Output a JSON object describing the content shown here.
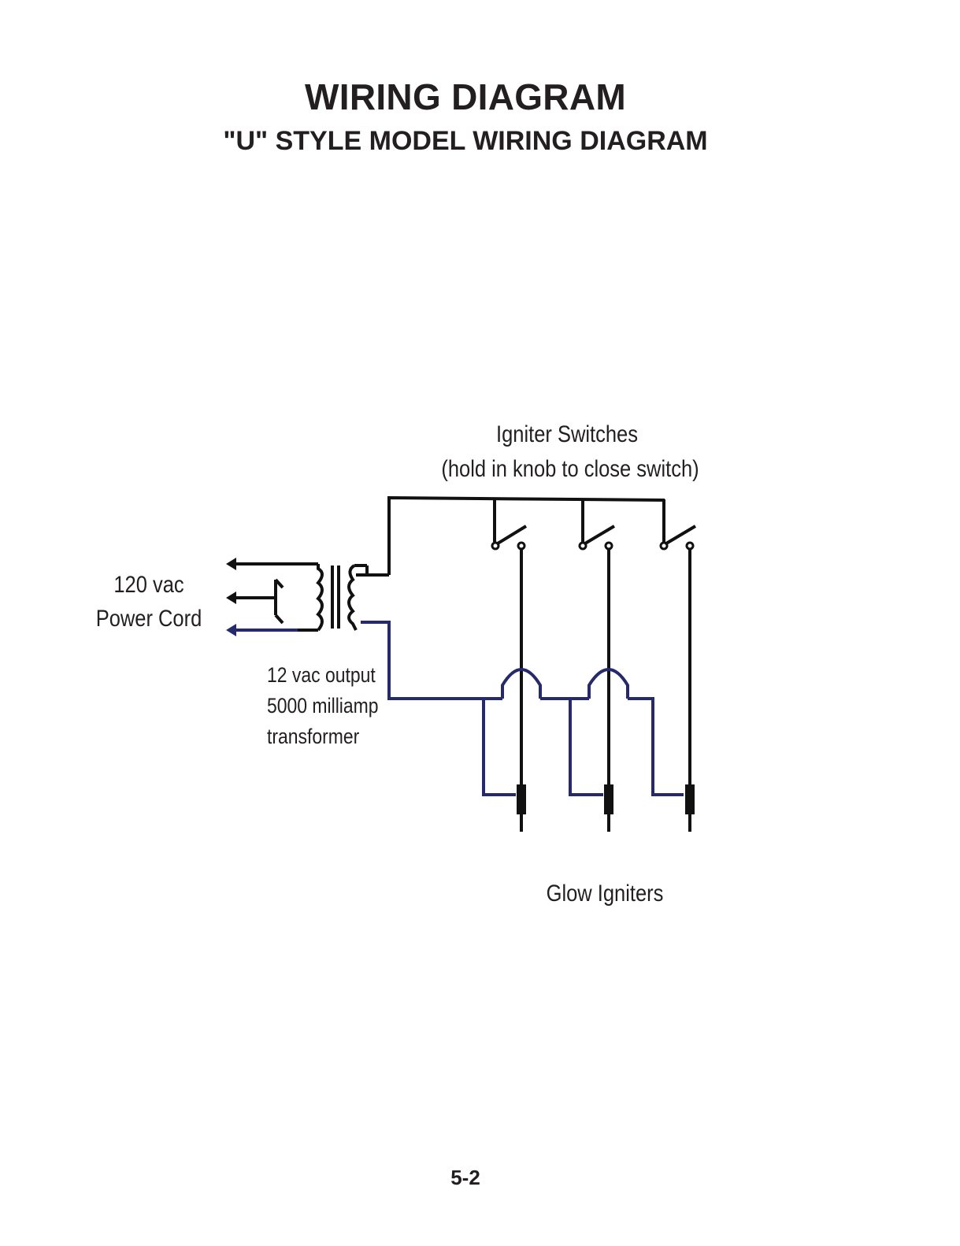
{
  "header": {
    "title": "WIRING DIAGRAM",
    "subtitle": "\"U\" STYLE MODEL WIRING DIAGRAM"
  },
  "diagram": {
    "switches_label": {
      "line1": "Igniter Switches",
      "line2": "(hold in knob to close switch)"
    },
    "power_label": {
      "line1": "120 vac",
      "line2": "Power Cord"
    },
    "transformer_label": {
      "line1": "12 vac output",
      "line2": "5000 milliamp",
      "line3": "transformer"
    },
    "igniters_label": "Glow Igniters",
    "colors": {
      "hot_wire": "#111111",
      "neutral_wire": "#262a6b"
    }
  },
  "footer": {
    "page_number": "5-2"
  }
}
